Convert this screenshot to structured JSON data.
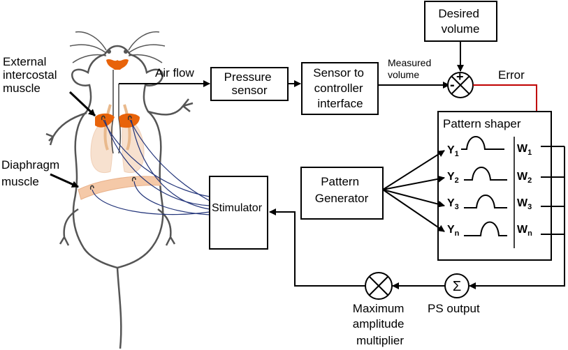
{
  "labels": {
    "external_intercostal": [
      "External",
      "intercostal",
      "muscle"
    ],
    "diaphragm": [
      "Diaphragm",
      "muscle"
    ],
    "air_flow": "Air flow",
    "measured_volume": [
      "Measured",
      "volume"
    ],
    "error": "Error",
    "ps_output": "PS output",
    "max_amp": [
      "Maximum",
      "amplitude",
      "multiplier"
    ]
  },
  "blocks": {
    "pressure_sensor": [
      "Pressure",
      "sensor"
    ],
    "sensor_interface": [
      "Sensor to",
      "controller",
      "interface"
    ],
    "desired_volume": [
      "Desired",
      "volume"
    ],
    "pattern_generator": [
      "Pattern",
      "Generator"
    ],
    "stimulator": "Stimulator",
    "pattern_shaper": "Pattern shaper"
  },
  "comparator": {
    "plus": "+",
    "minus": "-"
  },
  "summer_symbol": "Σ",
  "shaper_rows": [
    {
      "y": "Y",
      "y_sub": "1",
      "w": "W",
      "w_sub": "1"
    },
    {
      "y": "Y",
      "y_sub": "2",
      "w": "W",
      "w_sub": "2"
    },
    {
      "y": "Y",
      "y_sub": "3",
      "w": "W",
      "w_sub": "3"
    },
    {
      "y": "Y",
      "y_sub": "n",
      "w": "W",
      "w_sub": "n"
    }
  ],
  "colors": {
    "muscle": "#e8630a",
    "diaphragm": "#f5c9a8",
    "lung": "#f7e1cf",
    "error_line": "#c00000",
    "nerve": "#23357a"
  }
}
